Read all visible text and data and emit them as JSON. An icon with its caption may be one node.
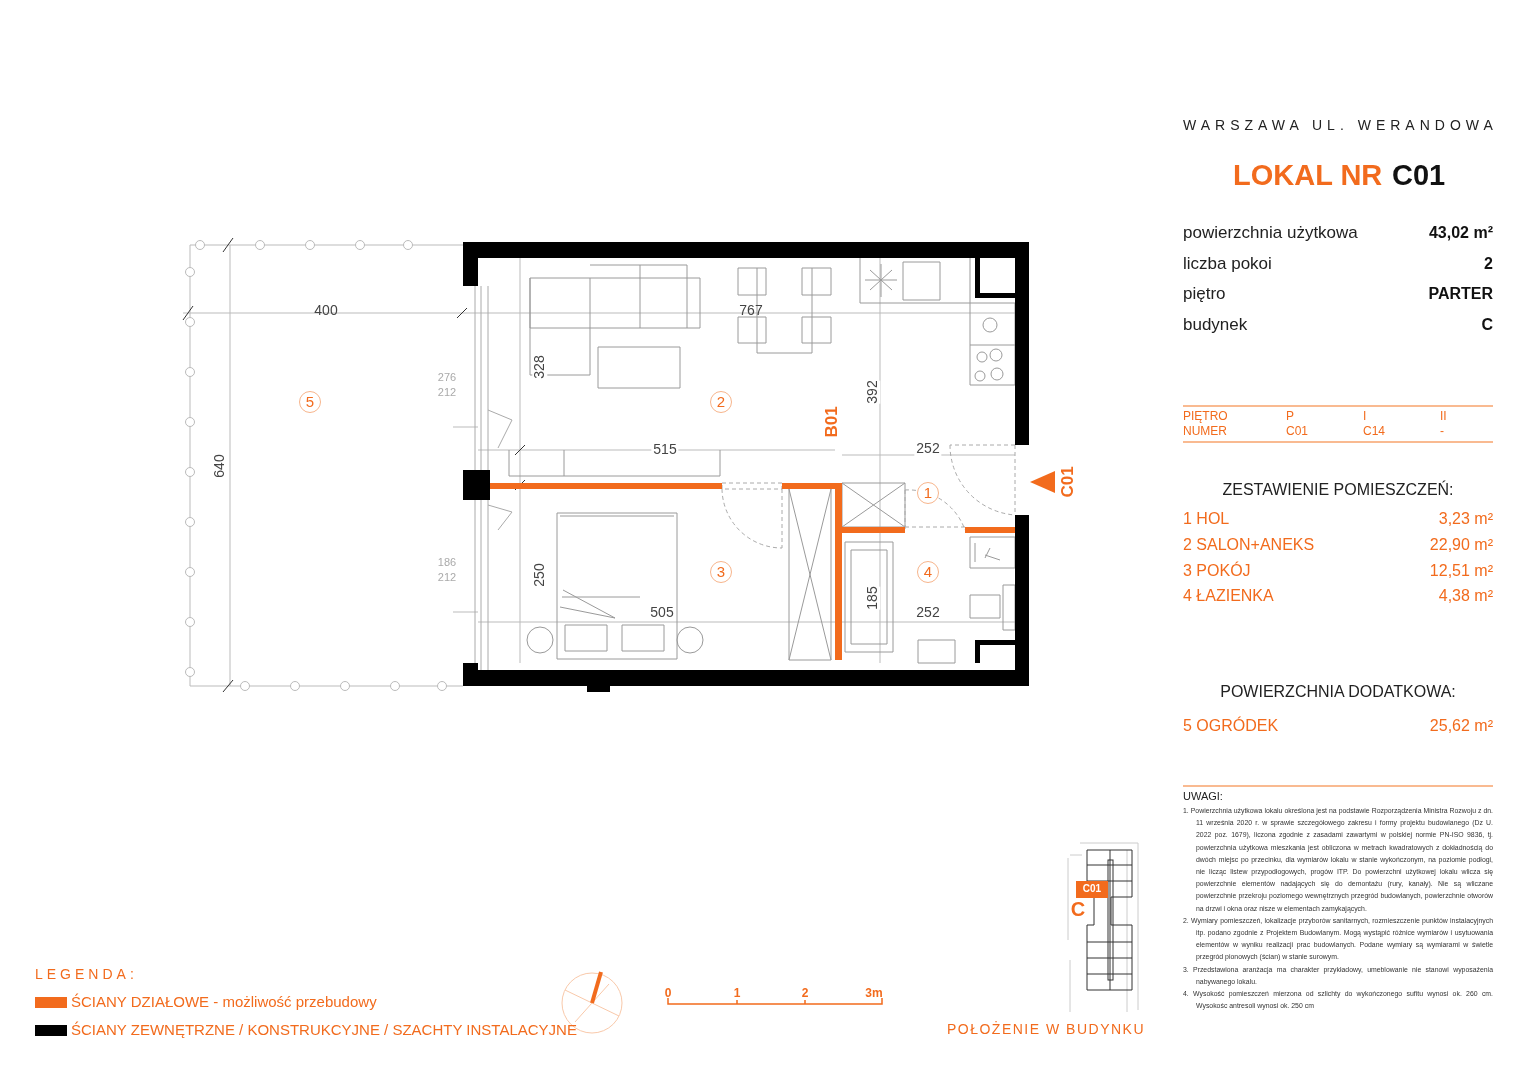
{
  "diagram": {
    "nodes": [
      {
        "text": [
          "5"
        ]
      },
      {
        "text": [
          "2"
        ]
      },
      {
        "text": [
          "1"
        ]
      },
      {
        "text": [
          "3"
        ]
      },
      {
        "text": [
          "4"
        ]
      }
    ],
    "labels": [
      "WARSZAWA UL. WERANDOWA",
      "LOKAL NR",
      "C01",
      "powierzchnia użytkowa",
      "43,02 m²",
      "liczba pokoi",
      "2",
      "piętro",
      "PARTER",
      "budynek",
      "C",
      "PIĘTRO",
      "P",
      "I",
      "II",
      "NUMER",
      "C01",
      "C14",
      "-",
      "ZESTAWIENIE POMIESZCZEŃ:",
      "1 HOL",
      "3,23 m²",
      "2 SALON+ANEKS",
      "22,90 m²",
      "3 POKÓJ",
      "12,51 m²",
      "4 ŁAZIENKA",
      "4,38 m²",
      "POWIERZCHNIA DODATKOWA:",
      "5 OGRÓDEK",
      "25,62 m²",
      "UWAGI:",
      "1. Powierzchnia użytkowa lokalu określona jest na podstawie Rozporządzenia Ministra Rozwoju z dn. 11 września 2020 r. w sprawie szczegółowego zakresu i formy projektu budowlanego (Dz U. 2022 poz. 1679), liczona zgodnie z zasadami zawartymi w polskiej normie PN-ISO 9836, tj. powierzchnia użytkowa mieszkania jest obliczona w metrach kwadratowych z dokładnością do dwóch miejsc po przecinku, dla wymiarów lokalu w stanie wykończonym, na poziomie podłogi, nie licząc listew przypodłogowych, progów ITP. Do powierzchni użytkowej lokalu wlicza się powierzchnie elementów nadających się do demontażu (rury, kanały). Nie są wliczane powierzchnie przekroju poziomego wewnętrznych przegród budowlanych, powierzchnie otworów na drzwi i okna oraz nisze w elementach zamykających.",
      "2. Wymiary pomieszczeń, lokalizacje przyborów sanitarnych, rozmieszczenie punktów instalacyjnych itp. podano zgodnie z Projektem Budowlanym. Mogą wystąpić różnice wymiarów i usytuowania elementów w wyniku realizacji prac budowlanych. Podane wymiary są wymiarami w świetle przegród pionowych (ścian) w stanie surowym.",
      "3. Przedstawiona aranżacja ma charakter przykładowy, umeblowanie nie stanowi wyposażenia nabywanego lokalu.",
      "4. Wysokość pomieszczeń mierzona od szlichty do wykończonego sufitu wynosi ok. 260 cm. Wysokośc antresoli wynosi ok. 250 cm",
      "400",
      "640",
      "276",
      "212",
      "186",
      "212",
      "328",
      "250",
      "767",
      "392",
      "B01",
      "515",
      "505",
      "252",
      "185",
      "252",
      "C01",
      "0",
      "1",
      "2",
      "3m",
      "C01",
      "C",
      "POŁOŻENIE W BUDYNKU",
      "LEGENDA:"
    ],
    "legend": [
      {
        "text": "ŚCIANY DZIAŁOWE - możliwość przebudowy",
        "color": "#f26b1d"
      },
      {
        "text": "ŚCIANY ZEWNĘTRZNE / KONSTRUKCYJNE / SZACHTY INSTALACYJNE",
        "color": "#000000"
      }
    ]
  }
}
